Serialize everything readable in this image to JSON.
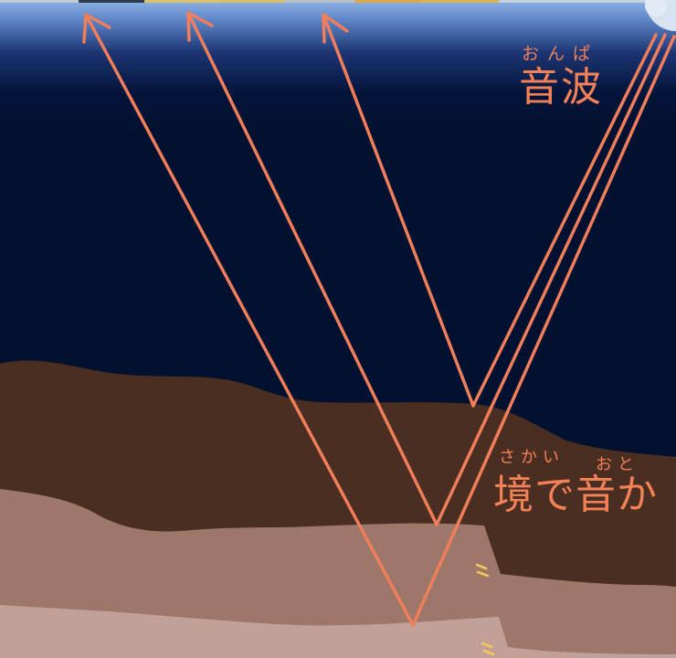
{
  "labels": {
    "sound_wave": {
      "ruby": "おんぱ",
      "main": "音波"
    },
    "boundary": {
      "ruby_sakai": "さかい",
      "ruby_oto": "おと",
      "main": "境で音か"
    }
  },
  "colors": {
    "sky_top": "#8fb8e8",
    "sea_deep": "#02102f",
    "layer_dark": "#4a2d22",
    "layer_mid": "#9a7568",
    "layer_light": "#c0a096",
    "wave": "#f08060",
    "spark": "#f3c85a"
  }
}
